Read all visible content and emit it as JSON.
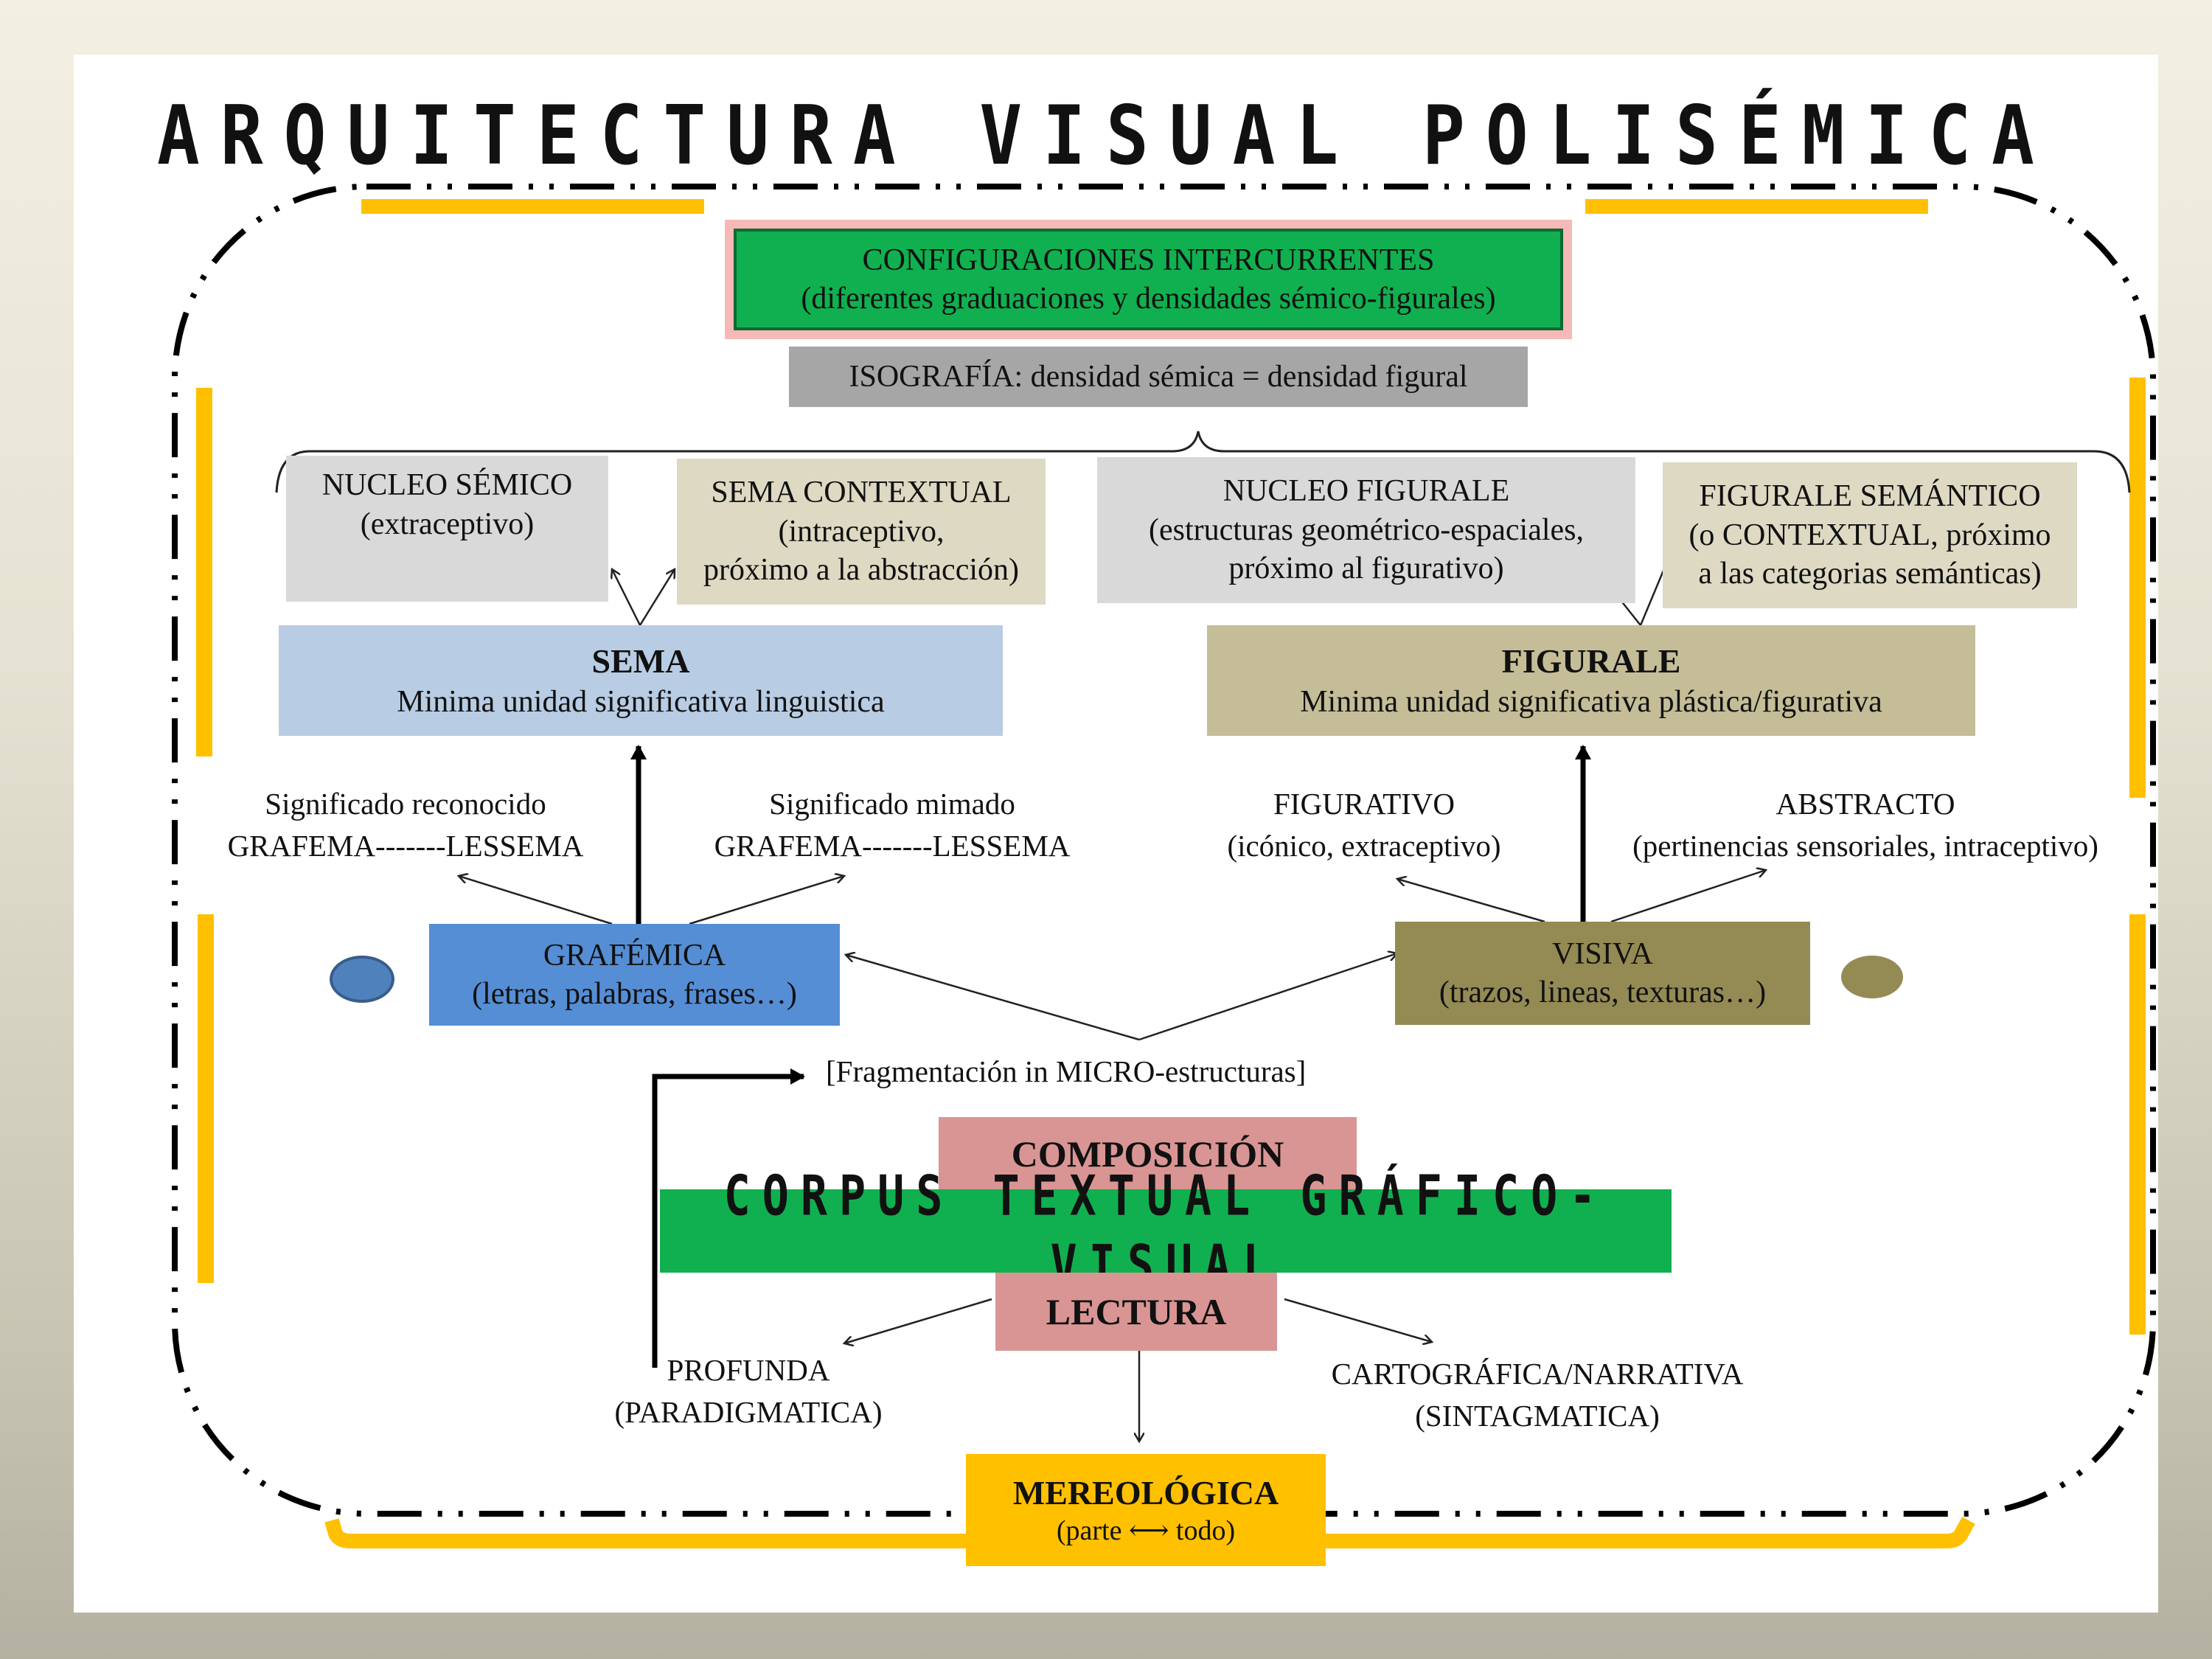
{
  "title": "ARQUITECTURA VISUAL POLISÉMICA",
  "colors": {
    "green": "#10b050",
    "grey_box": "#a6a6a6",
    "light_grey": "#d9d9d9",
    "beige": "#ddd9c3",
    "light_blue": "#b8cce4",
    "khaki": "#c4bd97",
    "blue": "#558ed5",
    "olive": "#948a54",
    "pink": "#d99594",
    "yellow": "#ffc000"
  },
  "top": {
    "configuraciones": {
      "title": "CONFIGURACIONES INTERCURRENTES",
      "subtitle": "(diferentes  graduaciones  y densidades  sémico-figurales)"
    },
    "isografia": "ISOGRAFÍA:  densidad  sémica  = densidad  figural"
  },
  "left": {
    "nucleo_semico": {
      "title": "NUCLEO SÉMICO",
      "line1": "(extraceptivo)"
    },
    "sema_contextual": {
      "title": "SEMA CONTEXTUAL",
      "line1": "(intraceptivo,",
      "line2": "próximo  a la abstracción)"
    },
    "sema": {
      "title": "SEMA",
      "subtitle": "Minima  unidad  significativa  linguistica"
    },
    "reconocido": {
      "line1": "Significado  reconocido",
      "line2": "GRAFEMA-------LESSEMA"
    },
    "mimado": {
      "line1": "Significado  mimado",
      "line2": "GRAFEMA-------LESSEMA"
    },
    "grafemica": {
      "title": "GRAFÉMICA",
      "subtitle": "(letras,  palabras,  frases…)"
    }
  },
  "right": {
    "nucleo_figurale": {
      "title": "NUCLEO FIGURALE",
      "line1": "(estructuras  geométrico-espaciales,",
      "line2": "próximo  al figurativo)"
    },
    "figurale_semantico": {
      "title": "FIGURALE  SEMÁNTICO",
      "line1": "(o CONTEXTUAL,  próximo",
      "line2": "a las  categorias  semánticas)"
    },
    "figurale": {
      "title": "FIGURALE",
      "subtitle": "Minima  unidad  significativa  plástica/figurativa"
    },
    "figurativo": {
      "line1": "FIGURATIVO",
      "line2": "(icónico,  extraceptivo)"
    },
    "abstracto": {
      "line1": "ABSTRACTO",
      "line2": "(pertinencias  sensoriales,  intraceptivo)"
    },
    "visiva": {
      "title": "VISIVA",
      "subtitle": "(trazos,  lineas,  texturas…)"
    }
  },
  "bottom": {
    "fragmentacion": "[Fragmentación  in  MICRO-estructuras]",
    "composicion": "COMPOSICIÓN",
    "corpus": "CORPUS TEXTUAL GRÁFICO-VISUAL",
    "lectura": "LECTURA",
    "profunda": {
      "line1": "PROFUNDA",
      "line2": "(PARADIGMATICA)"
    },
    "cartografica": {
      "line1": "CARTOGRÁFICA/NARRATIVA",
      "line2": "(SINTAGMATICA)"
    },
    "mereologica": {
      "title": "MEREOLÓGICA",
      "subtitle": "(parte ⟷ todo)"
    }
  }
}
